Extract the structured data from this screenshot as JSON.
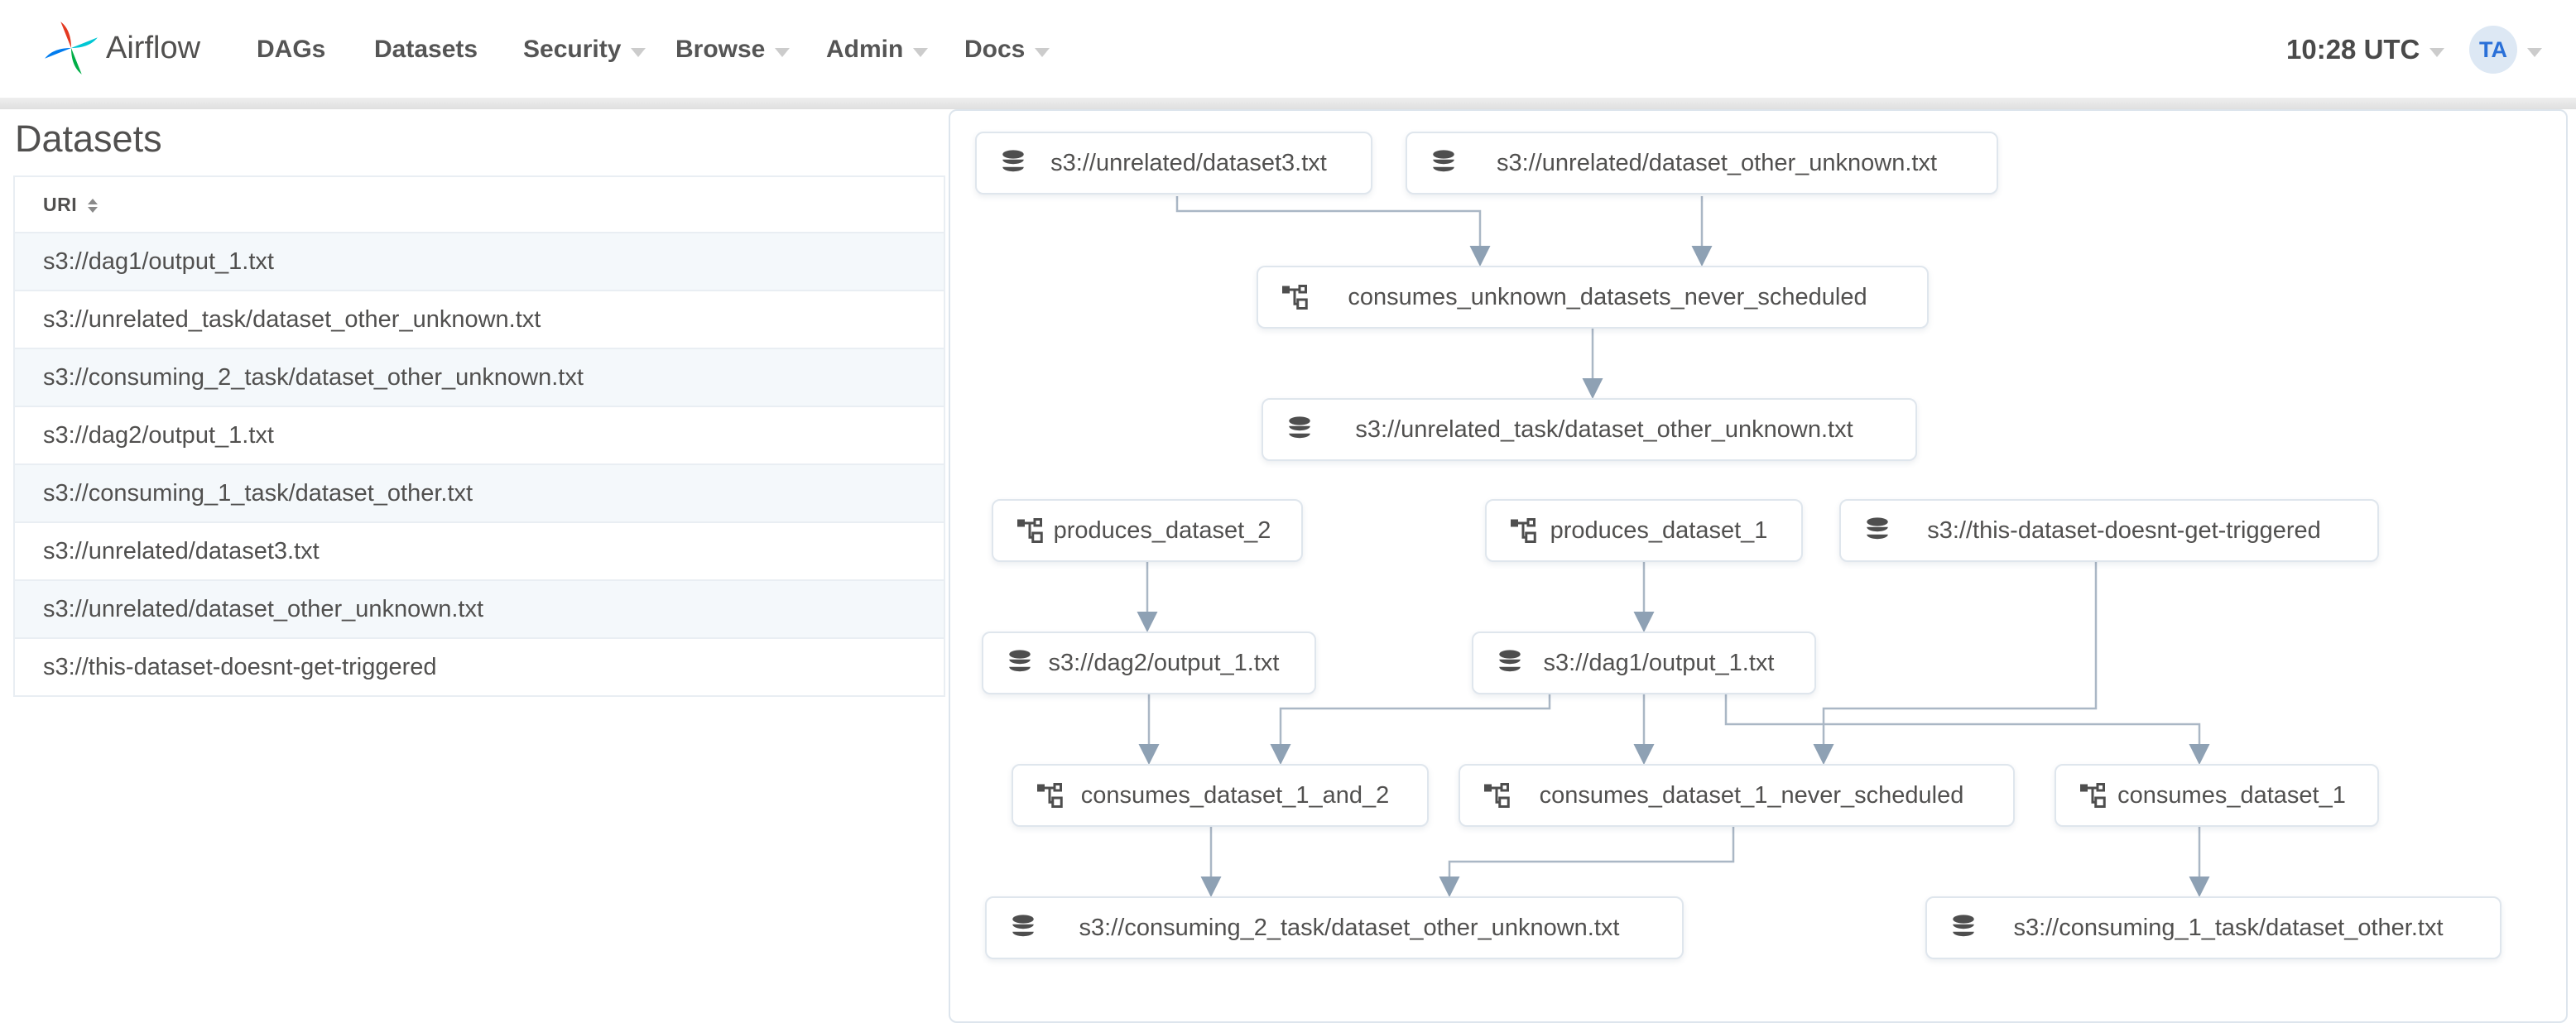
{
  "navbar": {
    "brand": "Airflow",
    "items": [
      {
        "label": "DAGs",
        "dropdown": false
      },
      {
        "label": "Datasets",
        "dropdown": false
      },
      {
        "label": "Security",
        "dropdown": true
      },
      {
        "label": "Browse",
        "dropdown": true
      },
      {
        "label": "Admin",
        "dropdown": true
      },
      {
        "label": "Docs",
        "dropdown": true
      }
    ],
    "clock": "10:28 UTC",
    "avatar_initials": "TA"
  },
  "datasets_panel": {
    "title": "Datasets",
    "table": {
      "columns": [
        "URI"
      ],
      "rows": [
        "s3://dag1/output_1.txt",
        "s3://unrelated_task/dataset_other_unknown.txt",
        "s3://consuming_2_task/dataset_other_unknown.txt",
        "s3://dag2/output_1.txt",
        "s3://consuming_1_task/dataset_other.txt",
        "s3://unrelated/dataset3.txt",
        "s3://unrelated/dataset_other_unknown.txt",
        "s3://this-dataset-doesnt-get-triggered"
      ]
    }
  },
  "graph": {
    "nodes": [
      {
        "id": 0,
        "type": "dataset",
        "label": "s3://unrelated/dataset3.txt"
      },
      {
        "id": 1,
        "type": "dataset",
        "label": "s3://unrelated/dataset_other_unknown.txt"
      },
      {
        "id": 2,
        "type": "dag",
        "label": "consumes_unknown_datasets_never_scheduled"
      },
      {
        "id": 3,
        "type": "dataset",
        "label": "s3://unrelated_task/dataset_other_unknown.txt"
      },
      {
        "id": 4,
        "type": "dag",
        "label": "produces_dataset_2"
      },
      {
        "id": 5,
        "type": "dag",
        "label": "produces_dataset_1"
      },
      {
        "id": 6,
        "type": "dataset",
        "label": "s3://this-dataset-doesnt-get-triggered"
      },
      {
        "id": 7,
        "type": "dataset",
        "label": "s3://dag2/output_1.txt"
      },
      {
        "id": 8,
        "type": "dataset",
        "label": "s3://dag1/output_1.txt"
      },
      {
        "id": 9,
        "type": "dag",
        "label": "consumes_dataset_1_and_2"
      },
      {
        "id": 10,
        "type": "dag",
        "label": "consumes_dataset_1_never_scheduled"
      },
      {
        "id": 11,
        "type": "dag",
        "label": "consumes_dataset_1"
      },
      {
        "id": 12,
        "type": "dataset",
        "label": "s3://consuming_2_task/dataset_other_unknown.txt"
      },
      {
        "id": 13,
        "type": "dataset",
        "label": "s3://consuming_1_task/dataset_other.txt"
      }
    ],
    "edges": [
      {
        "from": 0,
        "to": 2
      },
      {
        "from": 1,
        "to": 2
      },
      {
        "from": 2,
        "to": 3
      },
      {
        "from": 4,
        "to": 7
      },
      {
        "from": 5,
        "to": 8
      },
      {
        "from": 7,
        "to": 9
      },
      {
        "from": 8,
        "to": 9
      },
      {
        "from": 8,
        "to": 10
      },
      {
        "from": 6,
        "to": 10
      },
      {
        "from": 8,
        "to": 11
      },
      {
        "from": 9,
        "to": 12
      },
      {
        "from": 10,
        "to": 12
      },
      {
        "from": 11,
        "to": 13
      }
    ]
  },
  "colors": {
    "logo_red": "#e43921",
    "logo_teal": "#00c7d4",
    "logo_green": "#00ad46",
    "logo_blue": "#017cee",
    "avatar_bg": "#dde8f4",
    "avatar_text": "#2a70d8",
    "node_border": "#dfe6ed",
    "edge": "#aab7c5",
    "table_stripe": "#f4f8fb",
    "text": "#51504f"
  }
}
